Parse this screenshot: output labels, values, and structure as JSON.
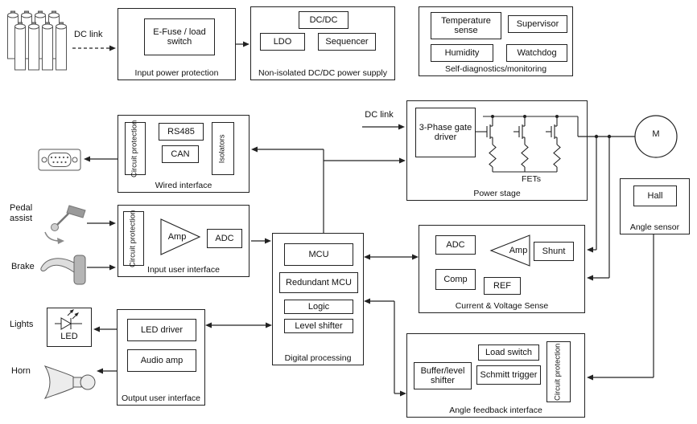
{
  "labels": {
    "dc_link_top": "DC link",
    "dc_link_power": "DC link",
    "pedal_assist": "Pedal assist",
    "brake": "Brake",
    "lights": "Lights",
    "horn": "Horn",
    "led": "LED",
    "motor": "M",
    "fets": "FETs"
  },
  "blocks": {
    "input_power_protection": {
      "caption": "Input power protection",
      "items": {
        "efuse": "E-Fuse / load switch"
      }
    },
    "dcdc_supply": {
      "caption": "Non-isolated DC/DC power supply",
      "items": {
        "dcdc": "DC/DC",
        "ldo": "LDO",
        "sequencer": "Sequencer"
      }
    },
    "diagnostics": {
      "caption": "Self-diagnostics/monitoring",
      "items": {
        "temperature_sense": "Temperature sense",
        "supervisor": "Supervisor",
        "humidity": "Humidity",
        "watchdog": "Watchdog"
      }
    },
    "wired_interface": {
      "caption": "Wired interface",
      "items": {
        "circuit_protection": "Circuit protection",
        "rs485": "RS485",
        "can": "CAN",
        "isolators": "Isolators"
      }
    },
    "input_user_interface": {
      "caption": "Input user interface",
      "items": {
        "circuit_protection": "Circuit protection",
        "amp": "Amp",
        "adc": "ADC"
      }
    },
    "output_user_interface": {
      "caption": "Output user interface",
      "items": {
        "led_driver": "LED driver",
        "audio_amp": "Audio amp"
      }
    },
    "digital_processing": {
      "caption": "Digital processing",
      "items": {
        "mcu": "MCU",
        "redundant_mcu": "Redundant MCU",
        "logic": "Logic",
        "level_shifter": "Level shifter"
      }
    },
    "power_stage": {
      "caption": "Power stage",
      "items": {
        "gate_driver": "3-Phase gate driver"
      }
    },
    "angle_sensor": {
      "caption": "Angle sensor",
      "items": {
        "hall": "Hall"
      }
    },
    "current_voltage_sense": {
      "caption": "Current & Voltage Sense",
      "items": {
        "adc": "ADC",
        "amp": "Amp",
        "shunt": "Shunt",
        "comp": "Comp",
        "ref": "REF"
      }
    },
    "angle_feedback_interface": {
      "caption": "Angle feedback interface",
      "items": {
        "load_switch": "Load switch",
        "buffer_level_shifter": "Buffer/level shifter",
        "schmitt_trigger": "Schmitt trigger",
        "circuit_protection": "Circuit protection"
      }
    }
  },
  "colors": {
    "line": "#222222",
    "box_border": "#222222",
    "background": "#ffffff",
    "icon_gray": "#8a8a8a"
  }
}
